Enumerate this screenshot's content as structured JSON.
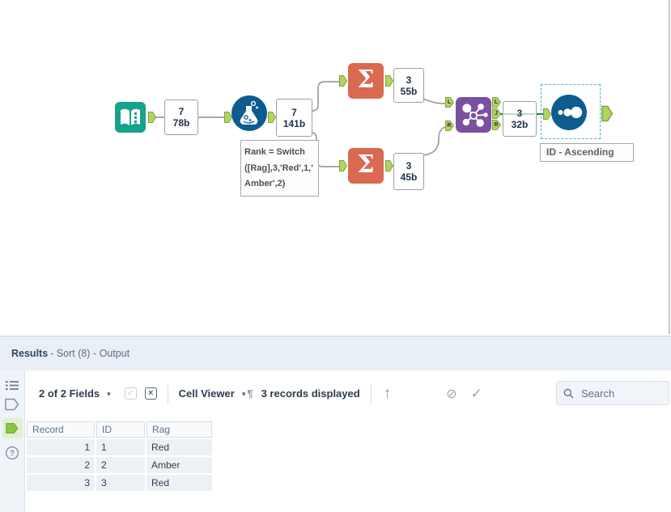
{
  "canvas": {
    "badges": {
      "input": {
        "count": "7",
        "size": "78b"
      },
      "formula": {
        "count": "7",
        "size": "141b"
      },
      "summarize_top": {
        "count": "3",
        "size": "55b"
      },
      "summarize_bottom": {
        "count": "3",
        "size": "45b"
      },
      "join": {
        "count": "3",
        "size": "32b"
      }
    },
    "annotations": {
      "formula_line1": "Rank = Switch",
      "formula_line2": "([Rag],3,'Red',1,'",
      "formula_line3": "Amber',2)",
      "sort": "ID - Ascending"
    },
    "join_anchor_labels": {
      "in_left": "L",
      "in_right": "R",
      "out_top": "L",
      "out_mid": "J",
      "out_bottom": "R"
    },
    "summarize_glyph": "Σ"
  },
  "results": {
    "header": {
      "title": "Results",
      "subtitle": "- Sort (8) - Output"
    },
    "toolbar": {
      "fields_label": "2 of 2 Fields",
      "cell_viewer_label": "Cell Viewer",
      "records_label": "3 records displayed",
      "search_placeholder": "Search"
    },
    "icons": {
      "caret": "▾",
      "pilcrow": "¶",
      "arrow_up": "↑",
      "block": "⊘",
      "check": "✓",
      "clear": "×",
      "checkbox_check": "✓",
      "help": "?"
    },
    "table": {
      "columns": [
        "Record",
        "ID",
        "Rag"
      ],
      "rows": [
        [
          "1",
          "1",
          "Red"
        ],
        [
          "2",
          "2",
          "Amber"
        ],
        [
          "3",
          "3",
          "Red"
        ]
      ]
    }
  },
  "colors": {
    "input_teal": "#16a28c",
    "tool_blue": "#0d5c90",
    "summarize_orange": "#d96950",
    "join_purple": "#7b50a0",
    "anchor_green": "#b3d360",
    "wire_green": "#1d8649",
    "selection_blue": "#58a8e0",
    "panel_header_bg": "#e9eff6",
    "cell_bg": "#edf1f6"
  }
}
